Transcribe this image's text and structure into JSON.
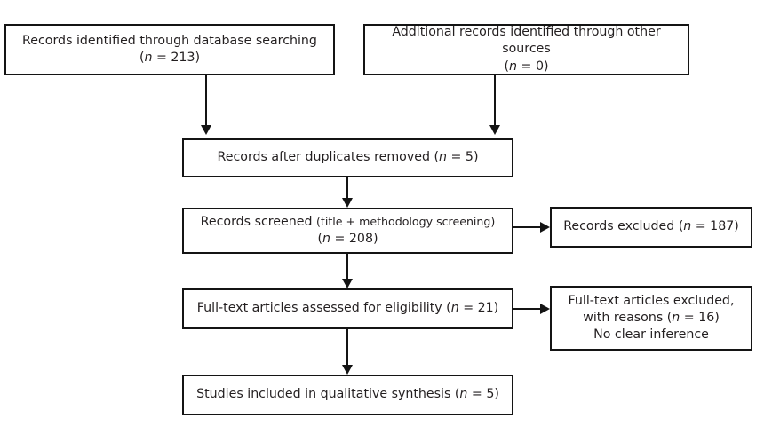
{
  "diagram": {
    "type": "prisma-flow-diagram",
    "colors": {
      "text": "#231f20",
      "border": "#141414",
      "background": "#ffffff"
    },
    "boxes": {
      "identification_database": {
        "line1": "Records identified through database searching",
        "line2_prefix": "(",
        "line2_italic": "n",
        "line2_suffix": " = 213)"
      },
      "identification_other": {
        "line1": "Additional records identified through other sources",
        "line2_prefix": "(",
        "line2_italic": "n",
        "line2_suffix": " = 0)"
      },
      "duplicates_removed": {
        "line1_prefix": "Records after duplicates removed (",
        "line1_italic": "n",
        "line1_suffix": " = 5)"
      },
      "records_screened": {
        "line1_main": "Records screened ",
        "line1_small": "(title + methodology screening)",
        "line2_prefix": "(",
        "line2_italic": "n",
        "line2_suffix": " = 208)"
      },
      "records_excluded": {
        "line1_prefix": "Records excluded (",
        "line1_italic": "n",
        "line1_suffix": " = 187)"
      },
      "fulltext_assessed": {
        "line1_prefix": "Full-text articles assessed for eligibility (",
        "line1_italic": "n",
        "line1_suffix": " = 21)"
      },
      "fulltext_excluded": {
        "line1": "Full-text articles excluded,",
        "line2_prefix": "with reasons (",
        "line2_italic": "n",
        "line2_suffix": " = 16)",
        "line3": "No clear inference"
      },
      "studies_included": {
        "line1_prefix": "Studies included in qualitative synthesis (",
        "line1_italic": "n",
        "line1_suffix": " = 5)"
      }
    }
  },
  "chart_data": {
    "type": "diagram",
    "title": "PRISMA flow diagram",
    "nodes": [
      {
        "id": "identification_database",
        "label": "Records identified through database searching",
        "n": 213,
        "stage": "identification"
      },
      {
        "id": "identification_other",
        "label": "Additional records identified through other sources",
        "n": 0,
        "stage": "identification"
      },
      {
        "id": "duplicates_removed",
        "label": "Records after duplicates removed",
        "n": 5,
        "stage": "screening"
      },
      {
        "id": "records_screened",
        "label": "Records screened (title + methodology screening)",
        "n": 208,
        "stage": "screening"
      },
      {
        "id": "records_excluded",
        "label": "Records excluded",
        "n": 187,
        "stage": "screening"
      },
      {
        "id": "fulltext_assessed",
        "label": "Full-text articles assessed for eligibility",
        "n": 21,
        "stage": "eligibility"
      },
      {
        "id": "fulltext_excluded",
        "label": "Full-text articles excluded, with reasons - No clear inference",
        "n": 16,
        "stage": "eligibility"
      },
      {
        "id": "studies_included",
        "label": "Studies included in qualitative synthesis",
        "n": 5,
        "stage": "included"
      }
    ],
    "edges": [
      {
        "from": "identification_database",
        "to": "duplicates_removed"
      },
      {
        "from": "identification_other",
        "to": "duplicates_removed"
      },
      {
        "from": "duplicates_removed",
        "to": "records_screened"
      },
      {
        "from": "records_screened",
        "to": "records_excluded"
      },
      {
        "from": "records_screened",
        "to": "fulltext_assessed"
      },
      {
        "from": "fulltext_assessed",
        "to": "fulltext_excluded"
      },
      {
        "from": "fulltext_assessed",
        "to": "studies_included"
      }
    ]
  }
}
